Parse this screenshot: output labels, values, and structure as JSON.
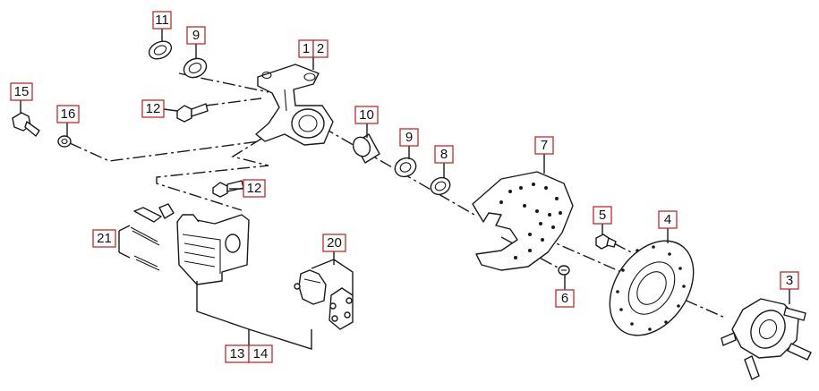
{
  "callouts": [
    {
      "id": "c11",
      "label": "11"
    },
    {
      "id": "c9a",
      "label": "9"
    },
    {
      "id": "c1",
      "label": "1"
    },
    {
      "id": "c2",
      "label": "2"
    },
    {
      "id": "c15",
      "label": "15"
    },
    {
      "id": "c16",
      "label": "16"
    },
    {
      "id": "c12a",
      "label": "12"
    },
    {
      "id": "c10",
      "label": "10"
    },
    {
      "id": "c9b",
      "label": "9"
    },
    {
      "id": "c8",
      "label": "8"
    },
    {
      "id": "c7",
      "label": "7"
    },
    {
      "id": "c12b",
      "label": "12"
    },
    {
      "id": "c5",
      "label": "5"
    },
    {
      "id": "c4",
      "label": "4"
    },
    {
      "id": "c21",
      "label": "21"
    },
    {
      "id": "c20",
      "label": "20"
    },
    {
      "id": "c6",
      "label": "6"
    },
    {
      "id": "c3",
      "label": "3"
    },
    {
      "id": "c13",
      "label": "13"
    },
    {
      "id": "c14",
      "label": "14"
    }
  ],
  "colors": {
    "callout_border": "#c0282d",
    "line": "#1a1a1a",
    "background": "#ffffff"
  }
}
